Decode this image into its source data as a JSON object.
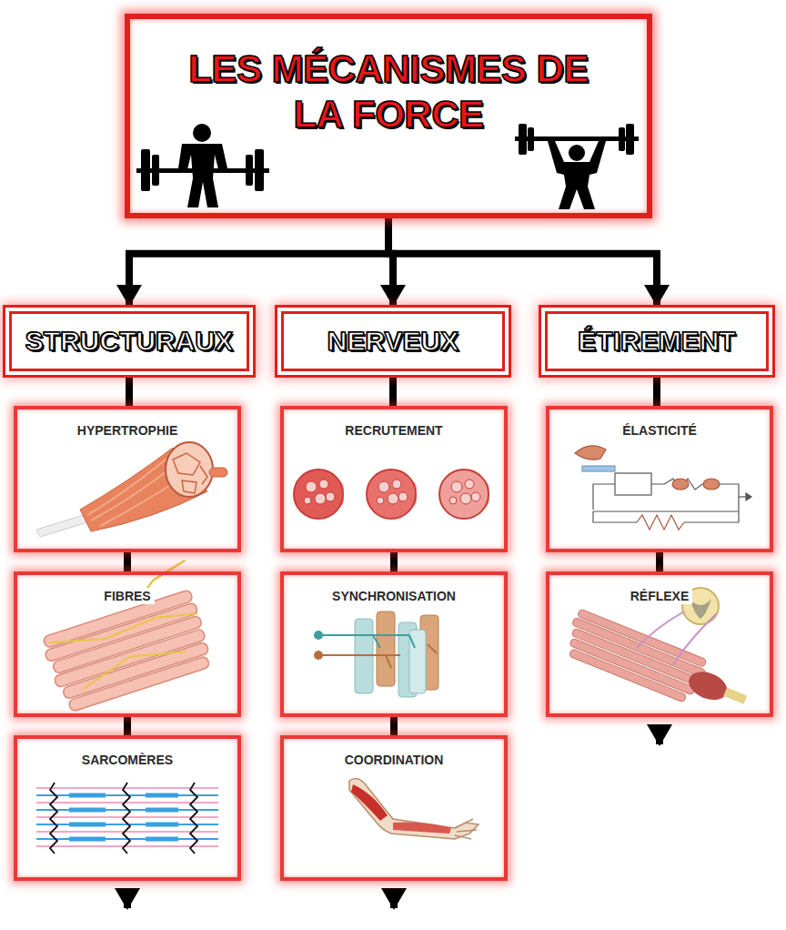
{
  "diagram": {
    "nodes": [
      {
        "text": [
          "LES MÉCANISMES DE LA FORCE"
        ]
      },
      {
        "text": [
          "STRUCTURAUX"
        ]
      },
      {
        "text": [
          "NERVEUX"
        ]
      },
      {
        "text": [
          "ÉTIREMENT"
        ]
      },
      {
        "text": [
          "HYPERTROPHIE"
        ]
      },
      {
        "text": [
          "RECRUTEMENT"
        ]
      },
      {
        "text": [
          "ÉLASTICITÉ"
        ]
      },
      {
        "text": [
          "FIBRES"
        ]
      },
      {
        "text": [
          "SYNCHRONISATION"
        ]
      },
      {
        "text": [
          "RÉFLEXE"
        ]
      },
      {
        "text": [
          "SARCOMÈRES"
        ]
      },
      {
        "text": [
          "COORDINATION"
        ]
      }
    ],
    "edges": [
      {
        "from": 0,
        "to": 1,
        "arrow": "to"
      },
      {
        "from": 0,
        "to": 2,
        "arrow": "to"
      },
      {
        "from": 0,
        "to": 3,
        "arrow": "to"
      },
      {
        "from": 1,
        "to": 4,
        "arrow": "none"
      },
      {
        "from": 4,
        "to": 7,
        "arrow": "none"
      },
      {
        "from": 7,
        "to": 10,
        "arrow": "none"
      },
      {
        "from": 2,
        "to": 5,
        "arrow": "none"
      },
      {
        "from": 5,
        "to": 8,
        "arrow": "none"
      },
      {
        "from": 8,
        "to": 11,
        "arrow": "none"
      },
      {
        "from": 3,
        "to": 6,
        "arrow": "none"
      },
      {
        "from": 6,
        "to": 9,
        "arrow": "none"
      }
    ]
  }
}
